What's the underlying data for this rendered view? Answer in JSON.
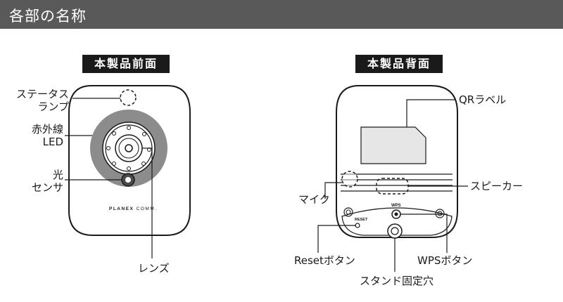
{
  "header": {
    "title": "各部の名称"
  },
  "front": {
    "section_label": "本製品前面",
    "brand": "PLANEX",
    "brand_suffix": "COMM.",
    "labels": {
      "status_lamp_1": "ステータス",
      "status_lamp_2": "ランプ",
      "ir_led_1": "赤外線",
      "ir_led_2": "LED",
      "light_sensor_1": "光",
      "light_sensor_2": "センサ",
      "lens": "レンズ"
    }
  },
  "back": {
    "section_label": "本製品背面",
    "wps_marking": "WPS",
    "reset_marking": "RESET",
    "labels": {
      "qr_label": "QRラベル",
      "mic": "マイク",
      "speaker": "スピーカー",
      "reset_button": "Resetボタン",
      "wps_button": "WPSボタン",
      "stand_hole": "スタンド固定穴"
    }
  },
  "colors": {
    "header_bg": "#595959",
    "ring": "#8c8c8c",
    "outline": "#1a1a1a"
  }
}
